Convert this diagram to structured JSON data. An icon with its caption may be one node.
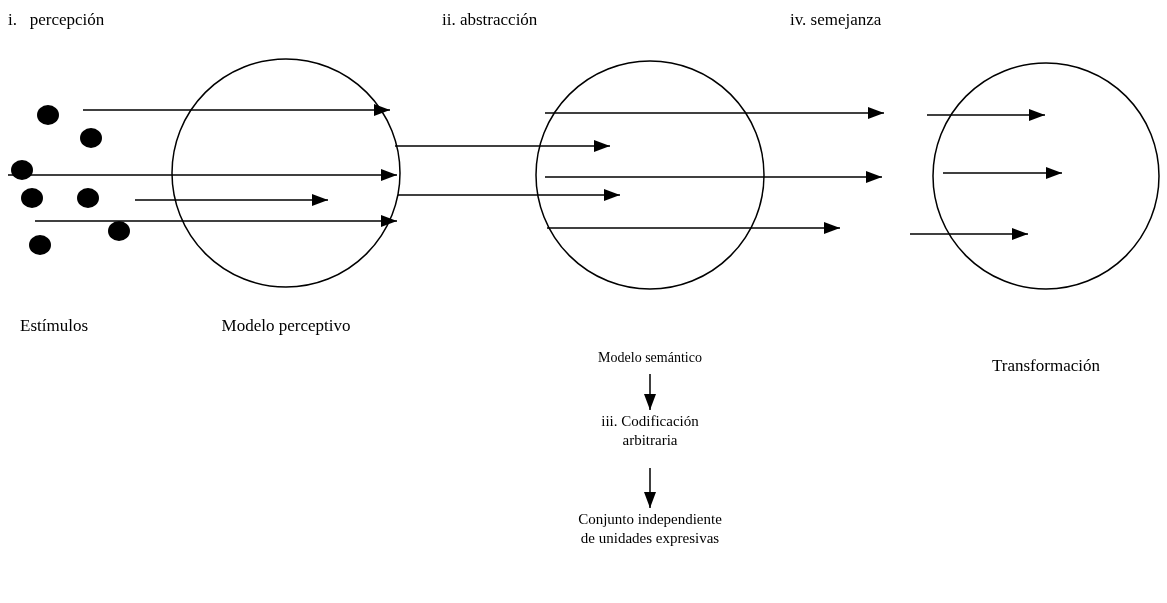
{
  "diagram": {
    "nodes": [
      {
        "text": [
          "Estímulos"
        ]
      },
      {
        "text": [
          "Modelo perceptivo"
        ]
      },
      {
        "text": [
          "Modelo semántico"
        ]
      },
      {
        "text": [
          "Transformación"
        ]
      },
      {
        "text": [
          "iii. Codificación arbitraria"
        ]
      },
      {
        "text": [
          "Conjunto independiente de unidades expresivas"
        ]
      }
    ],
    "edges": [
      {
        "from": 0,
        "to": 1,
        "arrow": "to"
      },
      {
        "from": 0,
        "to": 1,
        "arrow": "to"
      },
      {
        "from": 0,
        "to": 1,
        "arrow": "to"
      },
      {
        "from": 0,
        "to": 1,
        "arrow": "to"
      },
      {
        "from": 1,
        "to": 2,
        "arrow": "to"
      },
      {
        "from": 1,
        "to": 2,
        "arrow": "to"
      },
      {
        "from": 2,
        "to": null,
        "arrow": "to"
      },
      {
        "from": 2,
        "to": null,
        "arrow": "to"
      },
      {
        "from": 2,
        "to": null,
        "arrow": "to"
      },
      {
        "from": null,
        "to": 3,
        "arrow": "to"
      },
      {
        "from": null,
        "to": 3,
        "arrow": "to"
      },
      {
        "from": null,
        "to": 3,
        "arrow": "to"
      },
      {
        "from": 2,
        "to": 4,
        "arrow": "to"
      },
      {
        "from": 4,
        "to": 5,
        "arrow": "to"
      }
    ],
    "labels": [
      "i.   percepción",
      "ii. abstracción",
      "iv. semejanza"
    ]
  }
}
